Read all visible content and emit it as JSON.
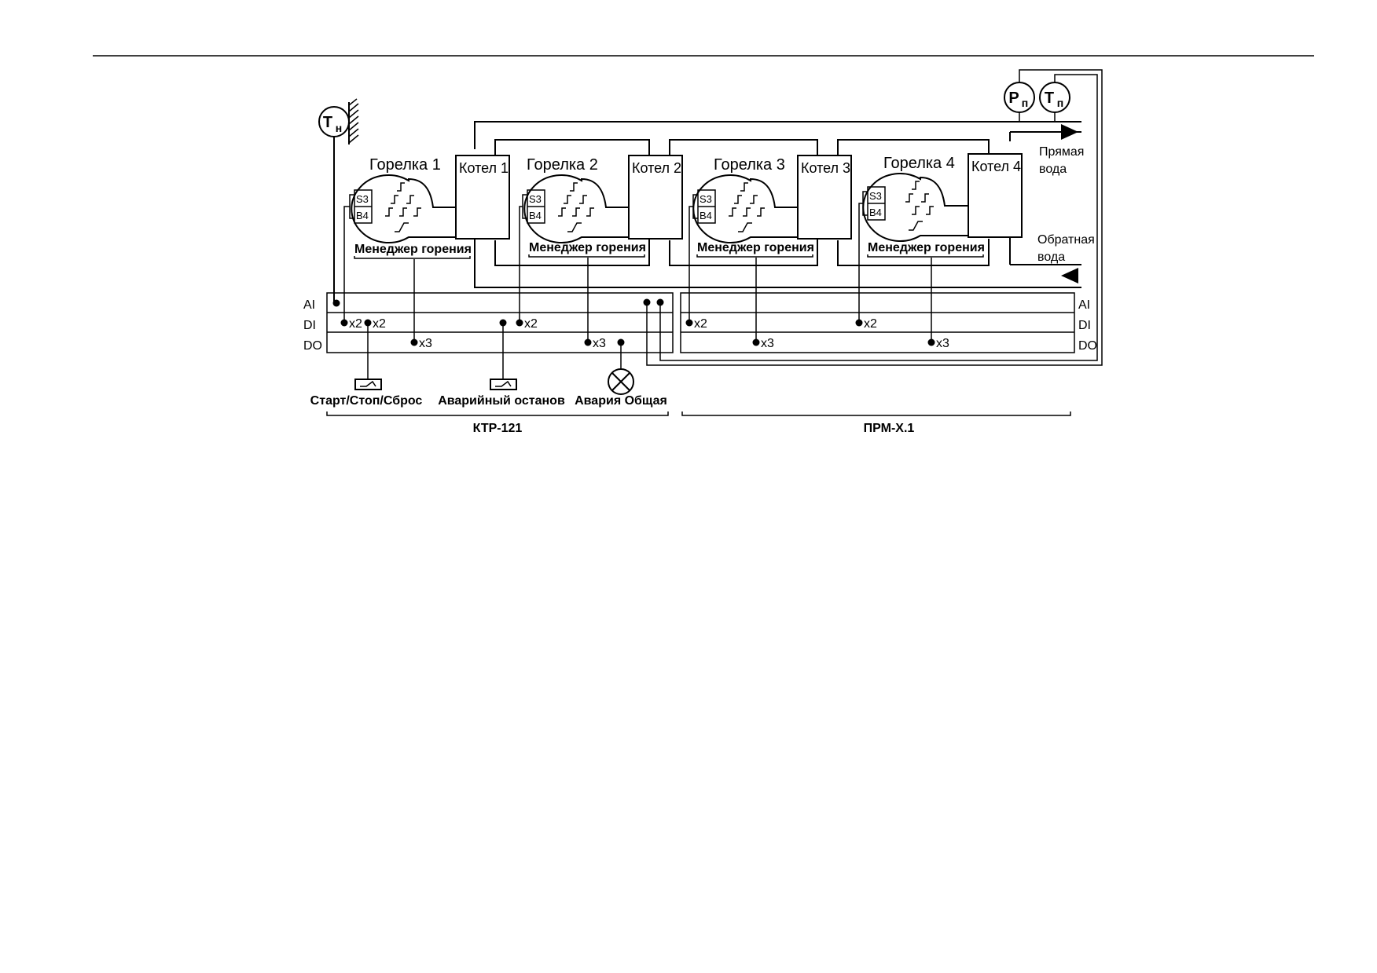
{
  "sensors": {
    "outdoor_temp": {
      "main": "Т",
      "sub": "н"
    },
    "pressure": {
      "main": "Р",
      "sub": "п"
    },
    "supply_temp": {
      "main": "Т",
      "sub": "п"
    }
  },
  "burners": [
    {
      "title": "Горелка 1",
      "boiler": "Котел 1",
      "manager": "Менеджер горения",
      "s3": "S3",
      "b4": "B4"
    },
    {
      "title": "Горелка 2",
      "boiler": "Котел 2",
      "manager": "Менеджер горения",
      "s3": "S3",
      "b4": "B4"
    },
    {
      "title": "Горелка 3",
      "boiler": "Котел 3",
      "manager": "Менеджер горения",
      "s3": "S3",
      "b4": "B4"
    },
    {
      "title": "Горелка 4",
      "boiler": "Котел 4",
      "manager": "Менеджер горения",
      "s3": "S3",
      "b4": "B4"
    }
  ],
  "water": {
    "supply": [
      "Прямая",
      "вода"
    ],
    "return": [
      "Обратная",
      "вода"
    ]
  },
  "bus_labels": {
    "ai": "AI",
    "di": "DI",
    "do": "DO"
  },
  "multipliers": {
    "x2": "x2",
    "x3": "x3"
  },
  "controls": {
    "start_stop": "Старт/Стоп/Сброс",
    "emergency_stop": "Аварийный останов",
    "alarm_general": "Авария Общая"
  },
  "modules": {
    "left": "КТР-121",
    "right": "ПРМ-Х.1"
  }
}
